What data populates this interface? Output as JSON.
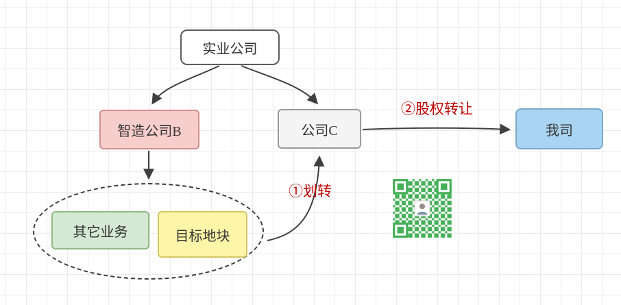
{
  "nodes": {
    "parent": {
      "label": "实业公司",
      "fill": "#ffffff"
    },
    "company_b": {
      "label": "智造公司B",
      "fill": "#f8cecc"
    },
    "company_c": {
      "label": "公司C",
      "fill": "#f4f4f4"
    },
    "our_company": {
      "label": "我司",
      "fill": "#a9d4f2"
    },
    "other_business": {
      "label": "其它业务",
      "fill": "#d5e8d4"
    },
    "target_land": {
      "label": "目标地块",
      "fill": "#fdf6a8"
    }
  },
  "edges": {
    "equity_transfer": {
      "label": "②股权转让",
      "color": "#c00000"
    },
    "asset_divide": {
      "label": "①划转",
      "color": "#c00000"
    }
  },
  "colors": {
    "arrow": "#3f3f3f",
    "grid_line": "#ebebeb",
    "qr_green": "#45b058"
  }
}
